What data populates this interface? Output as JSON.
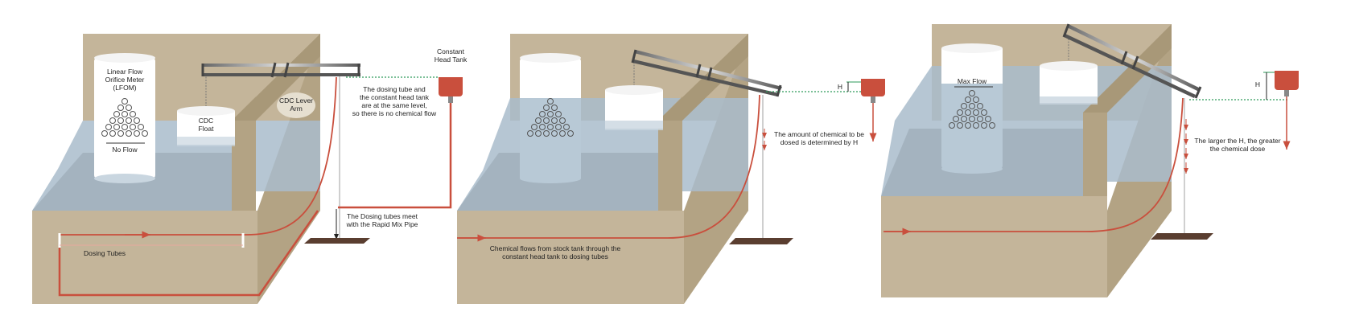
{
  "colors": {
    "tan": "#c4b59a",
    "tan_dark": "#a89878",
    "water": "#a9bccb",
    "water_dark": "#97a7b3",
    "red": "#c94f3d",
    "green": "#2e9a5a",
    "base": "#5a3e30"
  },
  "panel1": {
    "lfom_label": "Linear Flow\nOrifice Meter\n(LFOM)",
    "float_label": "CDC\nFloat",
    "no_flow": "No Flow",
    "lever_label": "CDC Lever\nArm",
    "head_tank_label": "Constant\nHead Tank",
    "same_level_note": "The dosing tube and\nthe constant head tank\nare at the same level,\nso there is no chemical flow",
    "meet_note": "The Dosing tubes meet\nwith the Rapid Mix Pipe",
    "dosing_tubes": "Dosing Tubes"
  },
  "panel2": {
    "h_label": "H",
    "amount_note": "The amount of chemical to be\ndosed is determined by H",
    "flow_note": "Chemical flows from stock tank through the\nconstant head tank to dosing tubes"
  },
  "panel3": {
    "max_flow": "Max Flow",
    "h_label": "H",
    "larger_note": "The larger the H, the greater\nthe chemical dose"
  }
}
